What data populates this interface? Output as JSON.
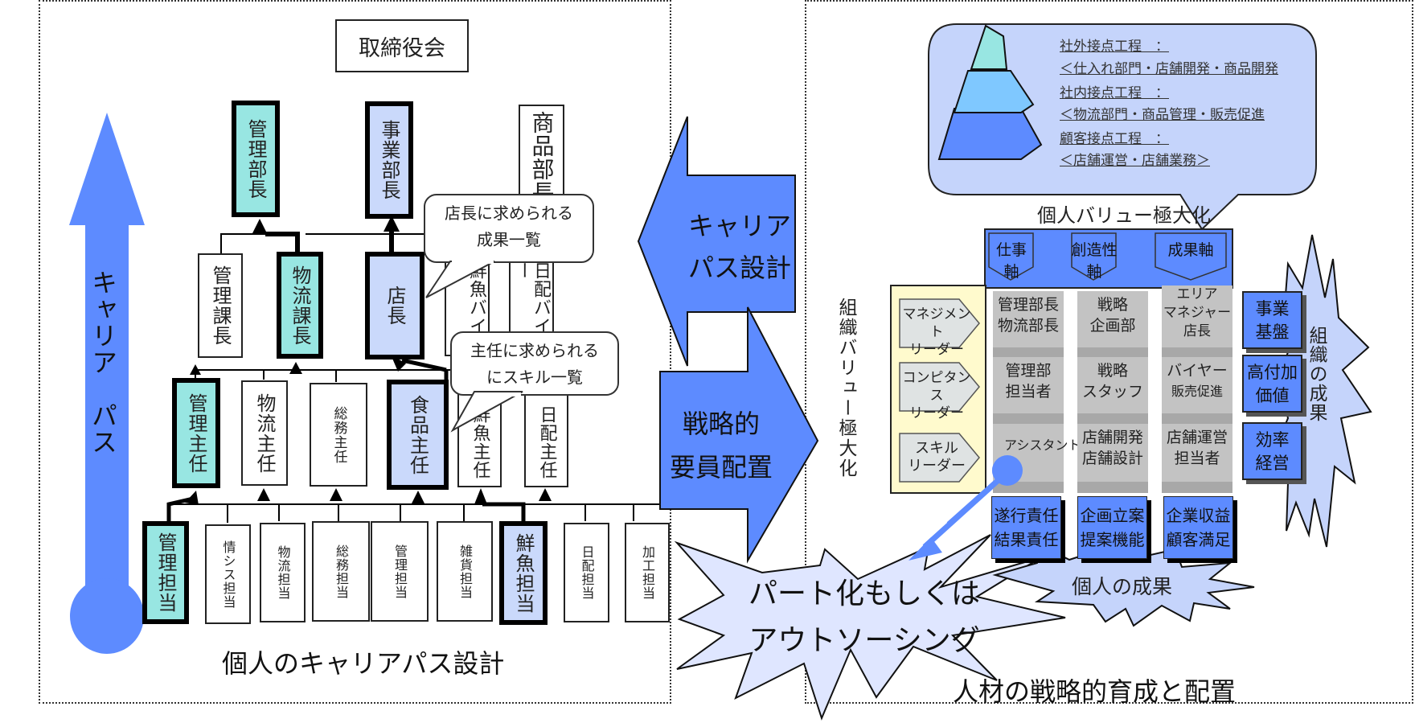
{
  "left_panel": {
    "title": "取締役会",
    "caption": "個人のキャリアパス設計",
    "career_arrow_label": "キャリア　パス",
    "level_top": [
      {
        "label": "管理部長",
        "style": "cyan-thick"
      },
      {
        "label": "事業部長",
        "style": "lavender-thick"
      },
      {
        "label": "商品部長",
        "style": "plain"
      }
    ],
    "level_manager": [
      {
        "label": "管理課長",
        "style": "plain"
      },
      {
        "label": "物流課長",
        "style": "cyan-thick"
      },
      {
        "label": "店長",
        "style": "lavender-thick"
      },
      {
        "label": "鮮魚バイヤー",
        "style": "plain"
      },
      {
        "label": "日配バイヤー",
        "style": "plain"
      }
    ],
    "level_chief": [
      {
        "label": "管理主任",
        "style": "cyan-thick"
      },
      {
        "label": "物流主任",
        "style": "plain"
      },
      {
        "label": "総務主任",
        "style": "plain"
      },
      {
        "label": "食品主任",
        "style": "lavender-thick"
      },
      {
        "label": "鮮魚主任",
        "style": "plain"
      },
      {
        "label": "日配主任",
        "style": "plain"
      }
    ],
    "level_staff": [
      {
        "label": "管理担当",
        "style": "cyan-thick"
      },
      {
        "label": "情シス担当",
        "style": "plain"
      },
      {
        "label": "物流担当",
        "style": "plain"
      },
      {
        "label": "総務担当",
        "style": "plain"
      },
      {
        "label": "管理担当",
        "style": "plain"
      },
      {
        "label": "雑貨担当",
        "style": "plain"
      },
      {
        "label": "鮮魚担当",
        "style": "lavender-thick"
      },
      {
        "label": "日配担当",
        "style": "plain"
      },
      {
        "label": "加工担当",
        "style": "plain"
      }
    ],
    "callouts": [
      {
        "line1": "店長に求められる",
        "line2": "成果一覧"
      },
      {
        "line1": "主任に求められる",
        "line2": "にスキル一覧"
      }
    ]
  },
  "center": {
    "left_arrow": {
      "line1": "キャリア",
      "line2": "パス設計"
    },
    "right_arrow": {
      "line1": "戦略的",
      "line2": "要員配置"
    },
    "burst": {
      "line1": "パート化もしくは",
      "line2": "アウトソーシング"
    }
  },
  "right_panel": {
    "caption": "人材の戦略的育成と配置",
    "org_value_label": "組織バリュー極大化",
    "individual_value_label": "個人バリュー極大化",
    "pyramid_callout": [
      "社外接点工程　：",
      "＜仕入れ部門・店舗開発・商品開発",
      "社内接点工程　：",
      "＜物流部門・商品管理・販売促進",
      "顧客接点工程　：",
      "＜店舗運営・店舗業務＞"
    ],
    "axes": [
      "仕事軸",
      "創造性軸",
      "成果軸"
    ],
    "leaders": [
      {
        "line1": "マネジメント",
        "line2": "リーダー"
      },
      {
        "line1": "コンピタンス",
        "line2": "リーダー"
      },
      {
        "line1": "スキル",
        "line2": "リーダー"
      }
    ],
    "grid": [
      [
        {
          "line1": "管理部長",
          "line2": "物流部長"
        },
        {
          "line1": "戦略",
          "line2": "企画部"
        },
        {
          "line1": "エリア",
          "line2": "マネジャー",
          "line3": "店長"
        }
      ],
      [
        {
          "line1": "管理部",
          "line2": "担当者"
        },
        {
          "line1": "戦略",
          "line2": "スタッフ"
        },
        {
          "line1": "バイヤー",
          "line2": "販売促進"
        }
      ],
      [
        {
          "line1": "アシスタント",
          "line2": ""
        },
        {
          "line1": "店舗開発",
          "line2": "店舗設計"
        },
        {
          "line1": "店舗運営",
          "line2": "担当者"
        }
      ]
    ],
    "individual_results": [
      {
        "line1": "遂行責任",
        "line2": "結果責任"
      },
      {
        "line1": "企画立案",
        "line2": "提案機能"
      },
      {
        "line1": "企業収益",
        "line2": "顧客満足"
      }
    ],
    "individual_results_label": "個人の成果",
    "org_results": [
      {
        "line1": "事業",
        "line2": "基盤"
      },
      {
        "line1": "高付加",
        "line2": "価値"
      },
      {
        "line1": "効率",
        "line2": "経営"
      }
    ],
    "org_results_label": "組織の成果"
  },
  "colors": {
    "accent_blue": "#5d8bff",
    "cyan_box": "#98e6e2",
    "lavender_box": "#cad9fb",
    "burst_fill": "#dfe6ff",
    "callout_fill": "#c5d4fb",
    "leader_panel": "#fffacd"
  }
}
